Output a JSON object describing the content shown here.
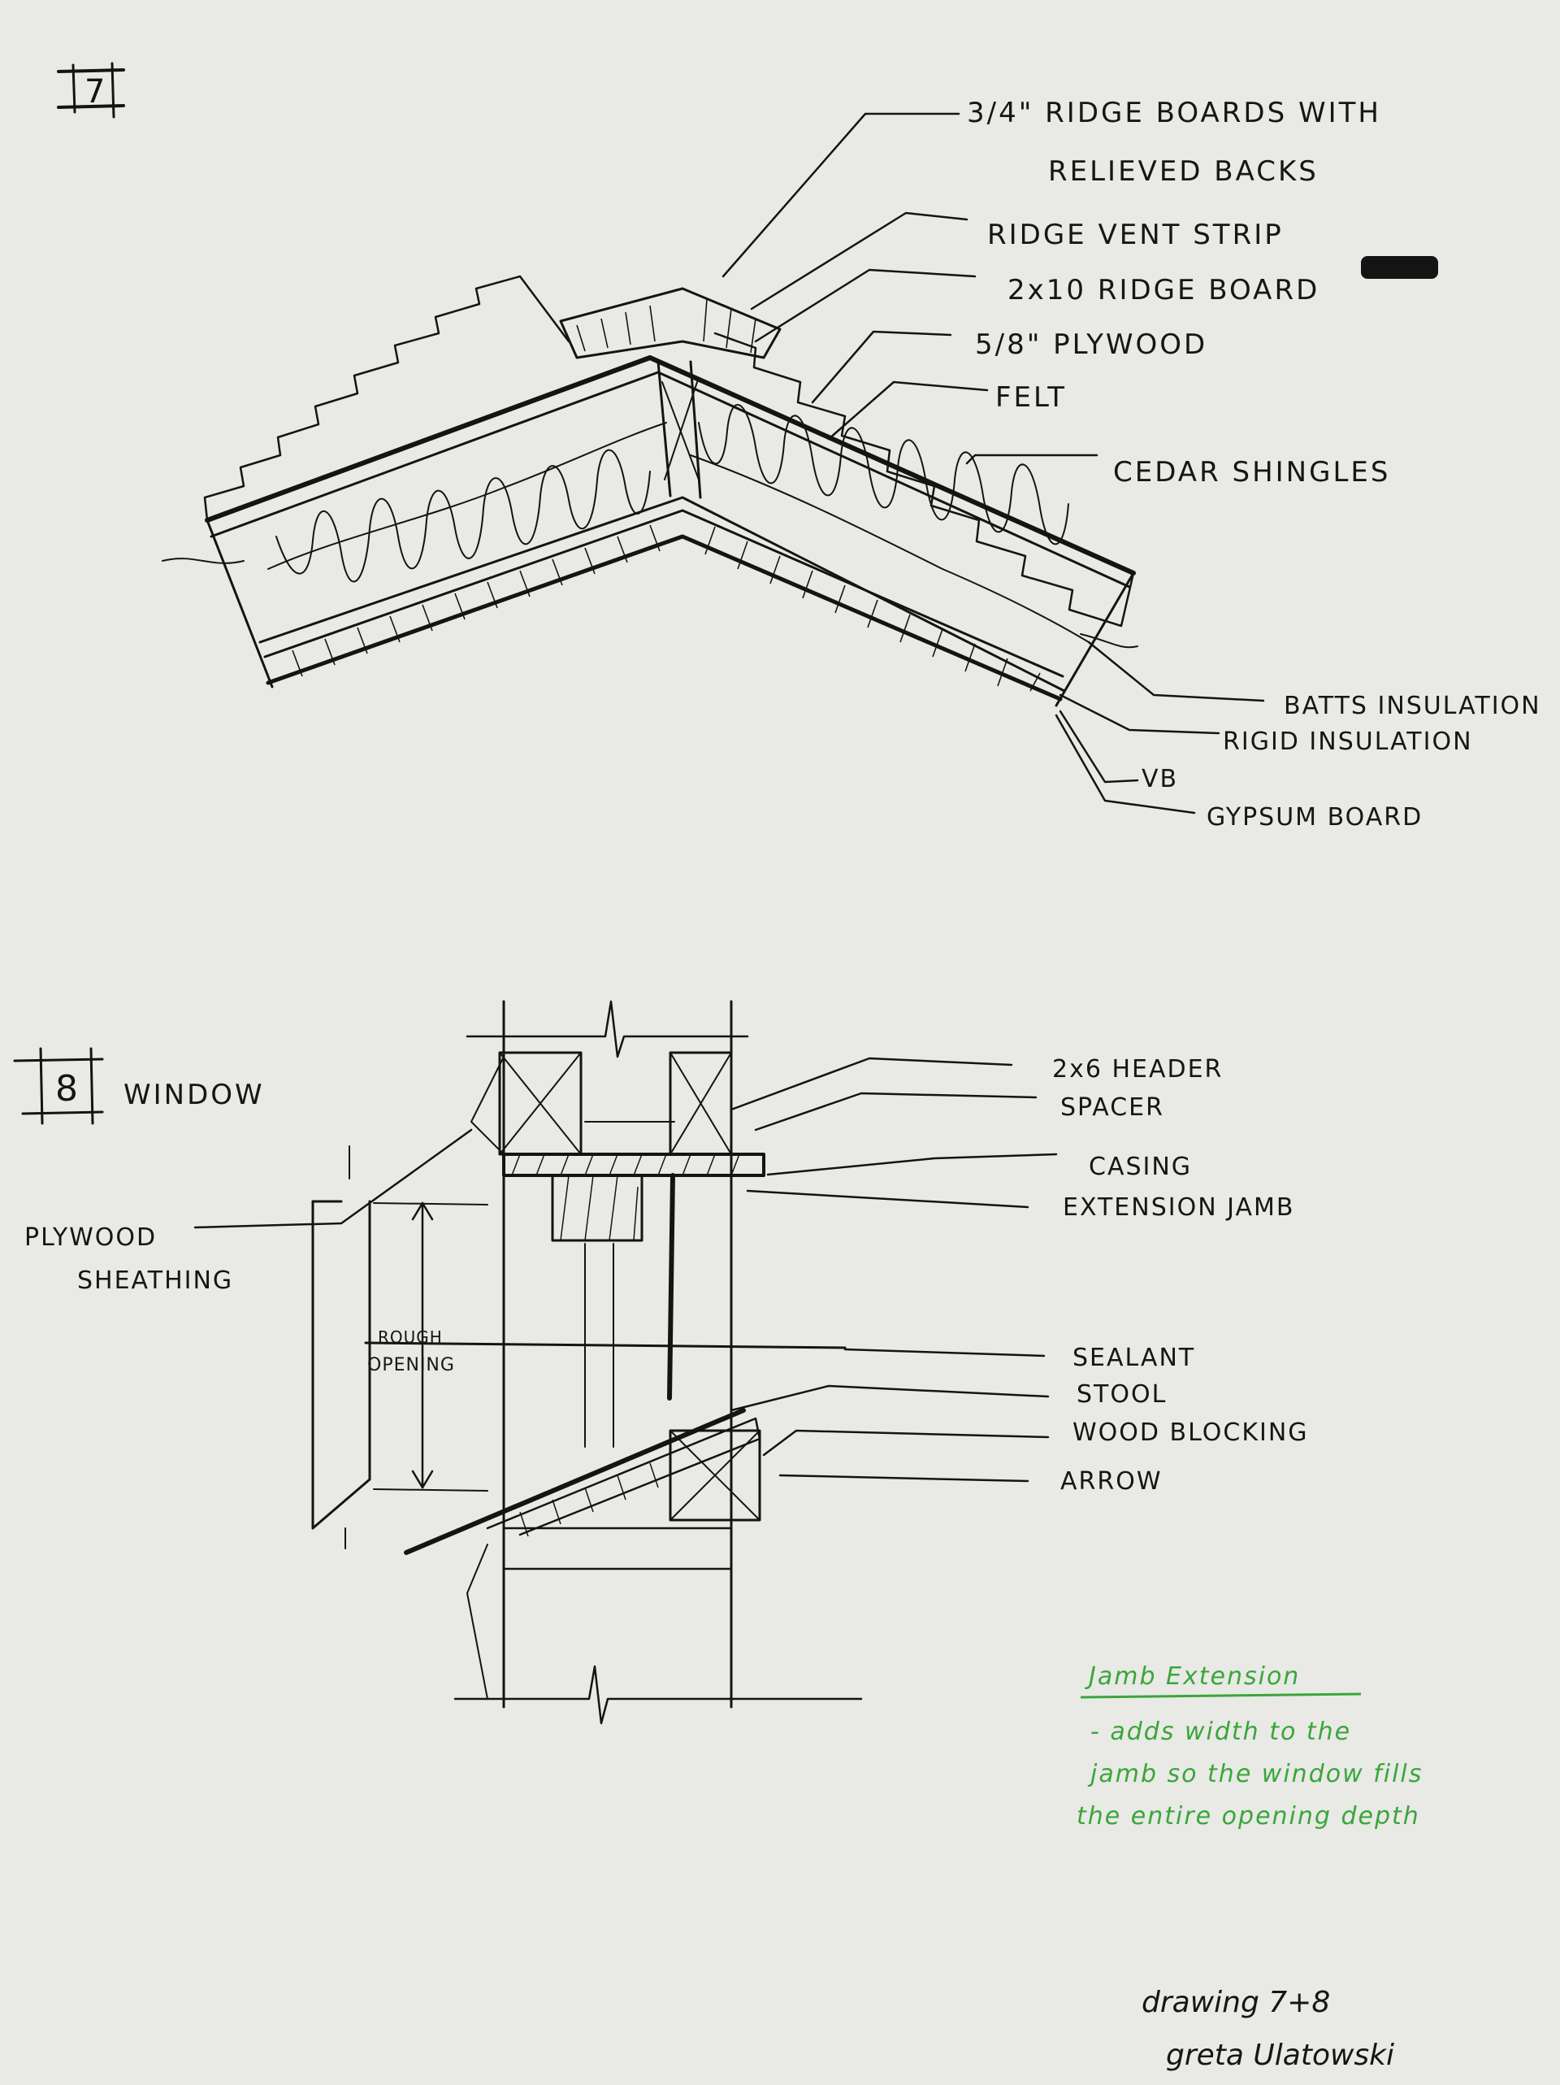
{
  "detail_7": {
    "number": "7",
    "labels": [
      "3/4\" RIDGE BOARDS WITH",
      "RELIEVED BACKS",
      "RIDGE VENT STRIP",
      "2x10 RIDGE BOARD",
      "5/8\" PLYWOOD",
      "FELT",
      "CEDAR SHINGLES",
      "BATTS INSULATION",
      "RIGID INSULATION",
      "VB",
      "GYPSUM BOARD"
    ]
  },
  "detail_8": {
    "number": "8",
    "title": "WINDOW",
    "labels": [
      "2x6 HEADER",
      "SPACER",
      "CASING",
      "EXTENSION JAMB",
      "PLYWOOD",
      "SHEATHING",
      "ROUGH",
      "OPENING",
      "SEALANT",
      "STOOL",
      "WOOD BLOCKING",
      "ARROW"
    ]
  },
  "note": {
    "title": "Jamb Extension",
    "lines": [
      "- adds width to the",
      "jamb so the window fills",
      "the entire opening depth"
    ],
    "color": "#3aa63a"
  },
  "signature": {
    "line1": "drawing 7+8",
    "line2": "greta Ulatowski"
  },
  "colors": {
    "paper": "#e9e9e6",
    "ink": "#141414",
    "note": "#3aa63a"
  }
}
